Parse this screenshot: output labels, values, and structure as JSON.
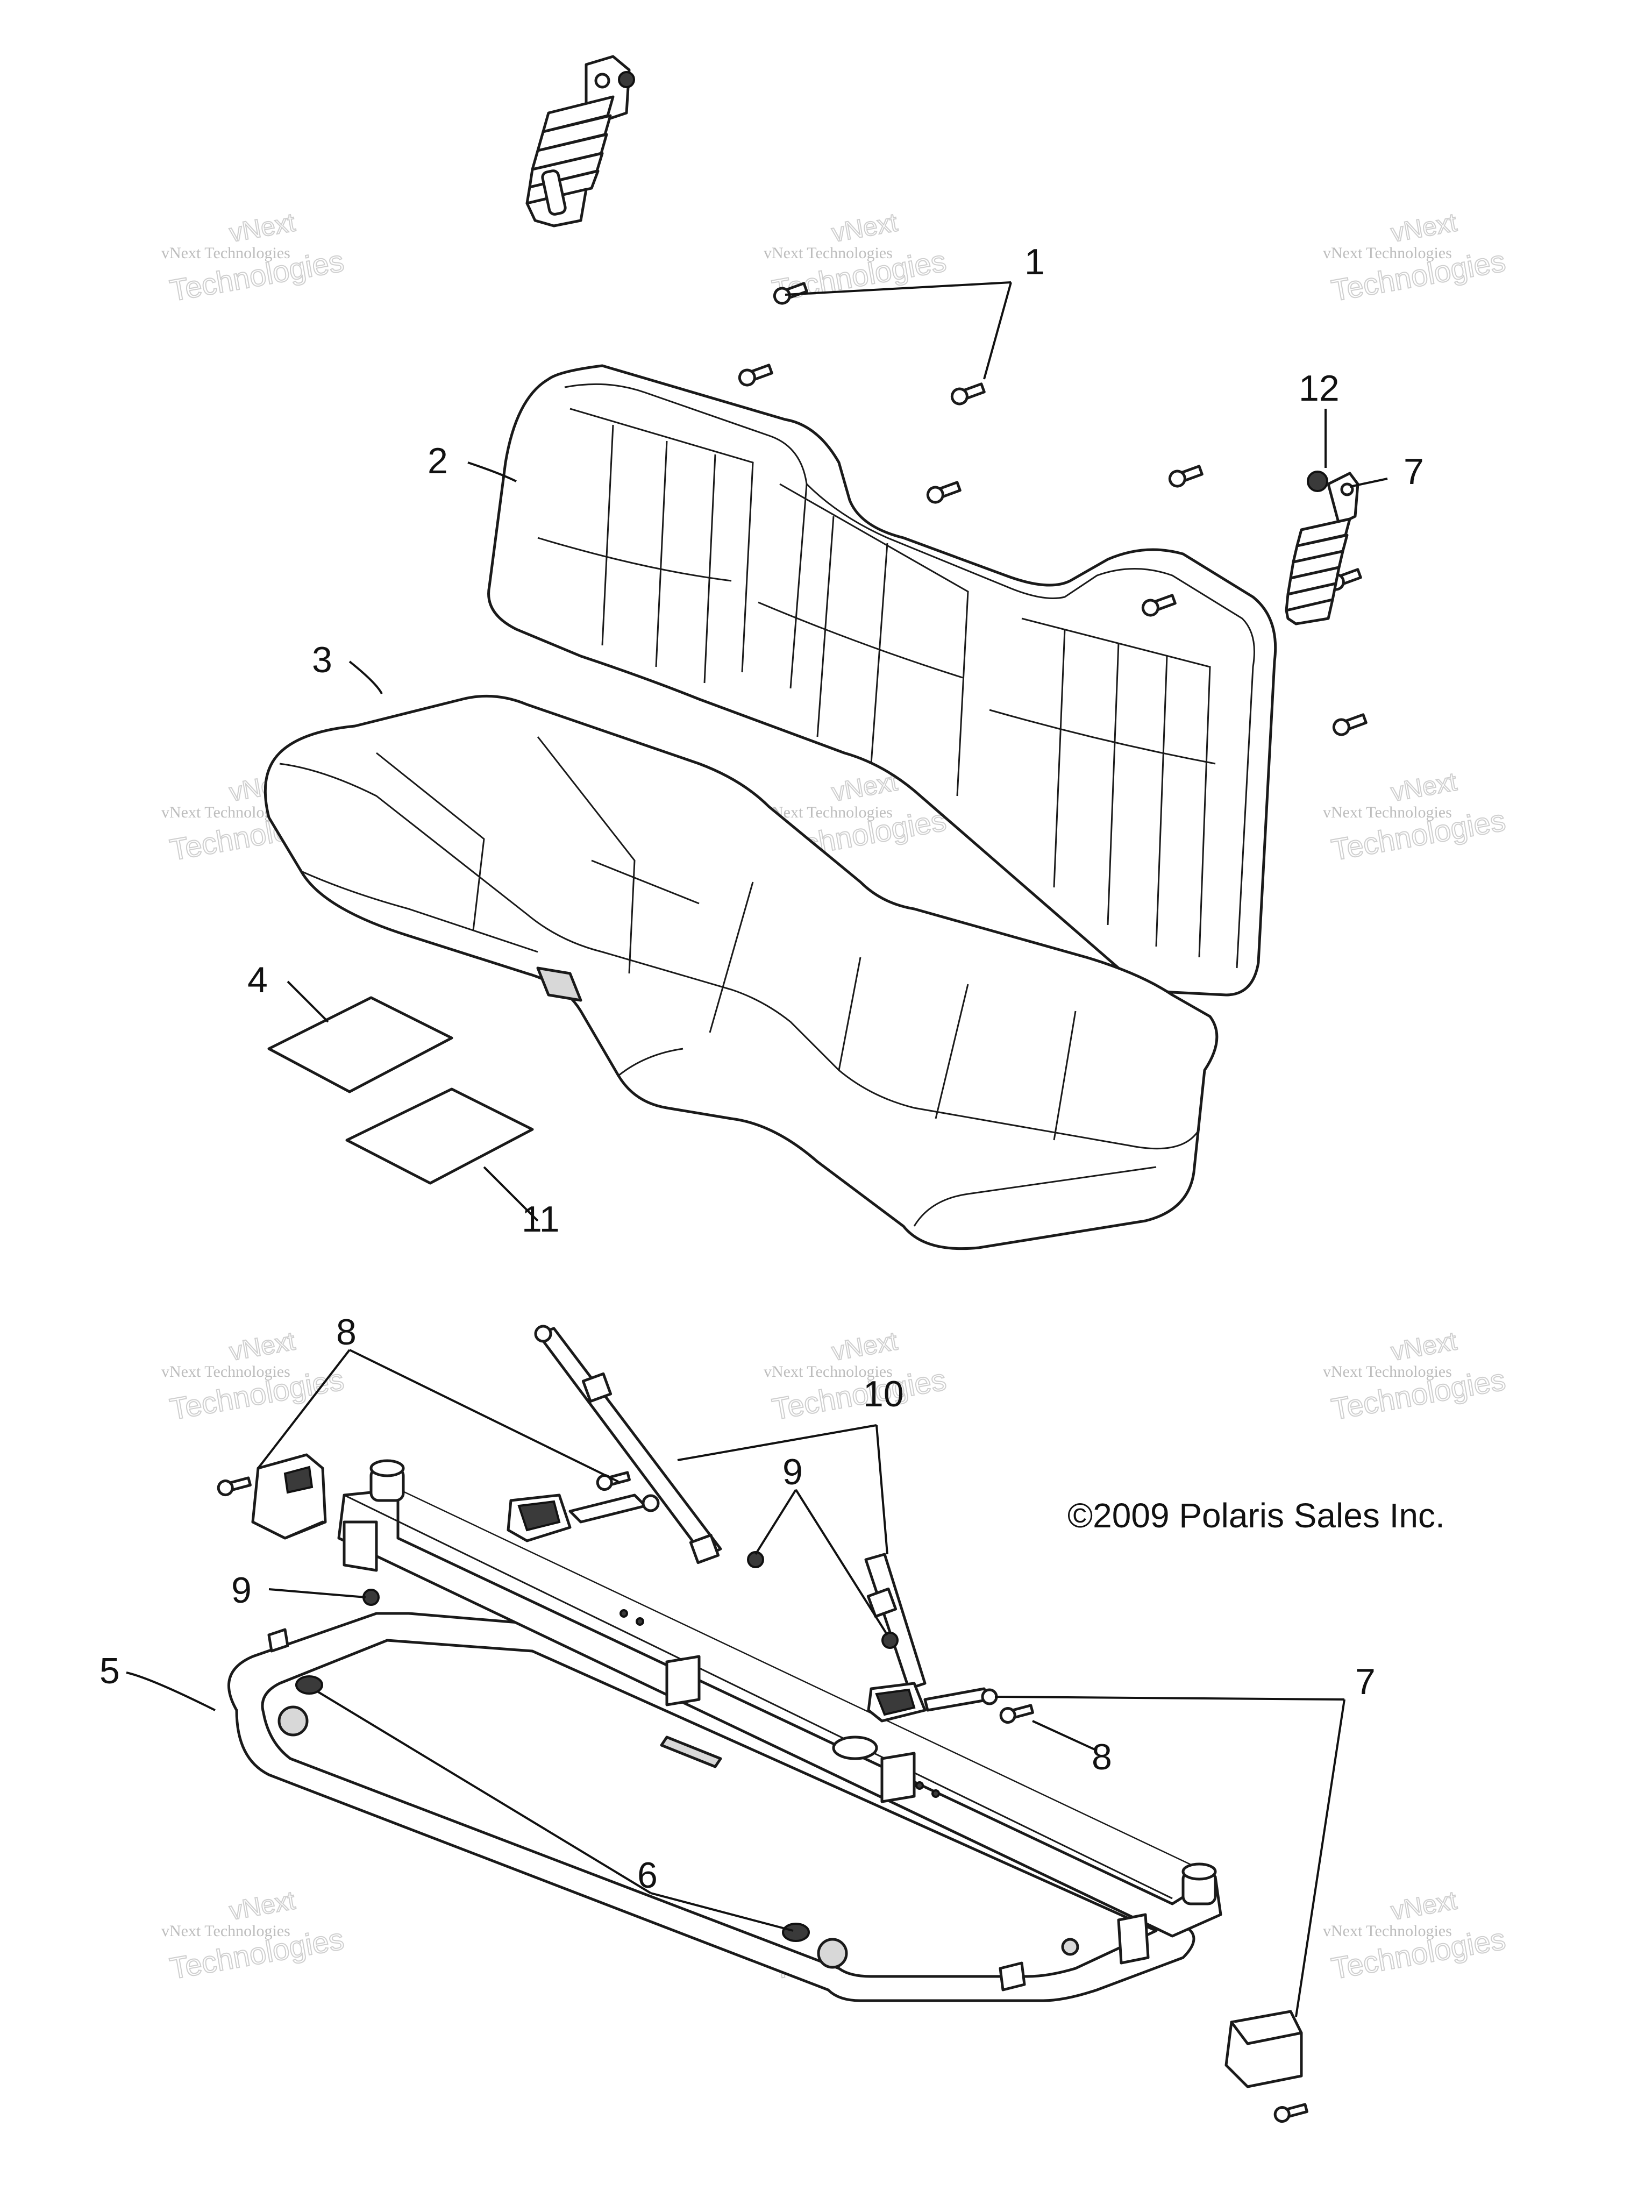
{
  "copyright": "©2009 Polaris Sales Inc.",
  "watermark": {
    "line1": "vNext Technologies",
    "line2": "Technologies",
    "logo": "vNext"
  },
  "callouts": [
    "1",
    "2",
    "3",
    "4",
    "5",
    "6",
    "7",
    "7",
    "8",
    "8",
    "9",
    "9",
    "10",
    "11",
    "12"
  ]
}
